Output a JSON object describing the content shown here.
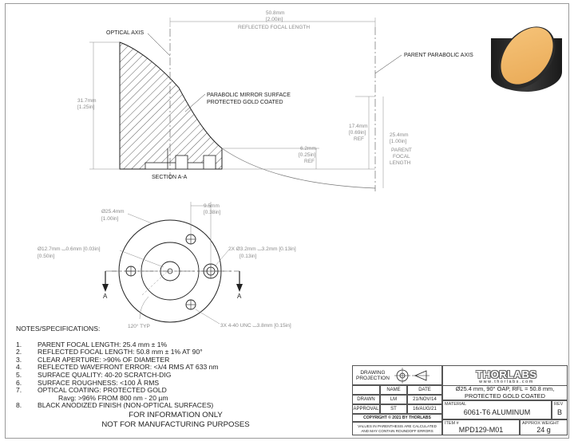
{
  "section_view": {
    "optical_axis_label": "OPTICAL AXIS",
    "reflected_focal_length_mm": "50.8mm",
    "reflected_focal_length_in": "[2.00in]",
    "reflected_focal_length_label": "REFLECTED FOCAL LENGTH",
    "parent_parabolic_axis_label": "PARENT PARABOLIC AXIS",
    "height_mm": "31.7mm",
    "height_in": "[1.25in]",
    "mirror_surface_line1": "PARABOLIC MIRROR SURFACE",
    "mirror_surface_line2": "PROTECTED GOLD COATED",
    "ref17_mm": "17.4mm",
    "ref17_in": "[0.69in]",
    "ref17_label": "REF",
    "pfl_mm": "25.4mm",
    "pfl_in": "[1.00in]",
    "pfl_line1": "PARENT",
    "pfl_line2": "FOCAL",
    "pfl_line3": "LENGTH",
    "ref6_mm": "6.2mm",
    "ref6_in": "[0.25in]",
    "ref6_label": "REF",
    "section_label": "SECTION A-A"
  },
  "bottom_view": {
    "diameter_mm": "Ø25.4mm",
    "diameter_in": "[1.00in]",
    "offset_mm": "9.5mm",
    "offset_in": "[0.38in]",
    "center_hole_mm": "Ø12.7mm ⌴0.6mm [0.03in]",
    "center_hole_in": "[0.50in]",
    "pin_holes_mm": "2X Ø3.2mm ⌴3.2mm [0.13in]",
    "pin_holes_in": "[0.13in]",
    "angle_label": "120° TYP",
    "tapped_holes": "3X 4-40 UNC ⌴3.8mm [0.15in]",
    "section_a_left": "A",
    "section_a_right": "A"
  },
  "notes": {
    "heading": "NOTES/SPECIFICATIONS:",
    "items": [
      {
        "num": "1.",
        "text": "PARENT FOCAL LENGTH: 25.4 mm ± 1%"
      },
      {
        "num": "2.",
        "text": "REFLECTED FOCAL LENGTH: 50.8 mm ± 1% AT 90°"
      },
      {
        "num": "3.",
        "text": "CLEAR APERTURE: >90% OF DIAMETER"
      },
      {
        "num": "4.",
        "text": "REFLECTED WAVEFRONT ERROR: <λ/4 RMS AT 633 nm"
      },
      {
        "num": "5.",
        "text": "SURFACE QUALITY: 40-20 SCRATCH-DIG"
      },
      {
        "num": "6.",
        "text": "SURFACE ROUGHNESS: <100 Å RMS"
      },
      {
        "num": "7.",
        "text": "OPTICAL COATING: PROTECTED GOLD"
      }
    ],
    "item7_sub": "Ravg: >96% FROM 800 nm - 20 µm",
    "item8": {
      "num": "8.",
      "text": "BLACK ANODIZED FINISH (NON-OPTICAL SURFACES)"
    },
    "disclaimer_line1": "FOR INFORMATION ONLY",
    "disclaimer_line2": "NOT FOR MANUFACTURING PURPOSES"
  },
  "title_block": {
    "drawing_projection_line1": "DRAWING",
    "drawing_projection_line2": "PROJECTION",
    "name_header": "NAME",
    "date_header": "DATE",
    "drawn_label": "DRAWN",
    "drawn_name": "LM",
    "drawn_date": "21/NOV/14",
    "approval_label": "APPROVAL",
    "approval_name": "ST",
    "approval_date": "16/AUG/21",
    "copyright": "COPYRIGHT © 2021 BY THORLABS",
    "values_note_line1": "VALUES IN PARENTHESIS ARE CALCULATED",
    "values_note_line2": "AND MAY CONTAIN ROUNDOFF ERRORS",
    "logo": "THORLABS",
    "website": "www.thorlabs.com",
    "description_line1": "Ø25.4 mm, 90° OAP, RFL = 50.8 mm,",
    "description_line2": "PROTECTED GOLD COATED",
    "material_label": "MATERIAL",
    "material": "6061-T6 ALUMINUM",
    "rev_label": "REV",
    "rev": "B",
    "item_label": "ITEM #",
    "item": "MPD129-M01",
    "weight_label": "APPROX WEIGHT",
    "weight": "24 g"
  },
  "colors": {
    "gold_surface": "#f2b867",
    "anodized_black": "#2a2a2a",
    "dimension_gray": "#8a8a8a"
  }
}
